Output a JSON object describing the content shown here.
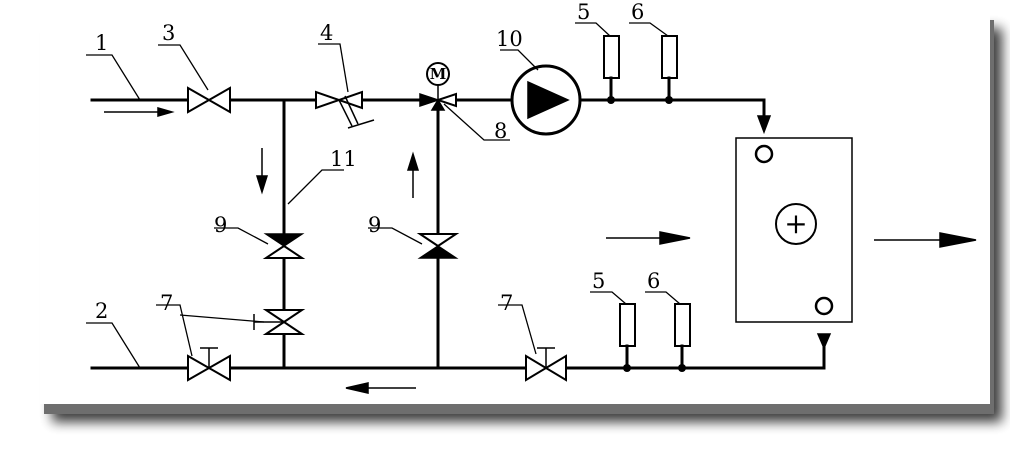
{
  "labels": {
    "supply_pipe": "1",
    "return_pipe": "2",
    "shutoff_valve_supply": "3",
    "filter": "4",
    "thermometer_supply": "5",
    "pressure_gauge_supply": "6",
    "thermometer_return": "5",
    "pressure_gauge_return": "6",
    "return_valve_left": "7",
    "return_valve_right": "7",
    "control_valve": "8",
    "check_valve_left": "9",
    "check_valve_right": "9",
    "pump": "10",
    "bypass_line": "11",
    "motor": "M",
    "heat_load": "+"
  },
  "colors": {
    "line": "#000000",
    "background": "#ffffff",
    "shadow": "#6b6b6b"
  }
}
